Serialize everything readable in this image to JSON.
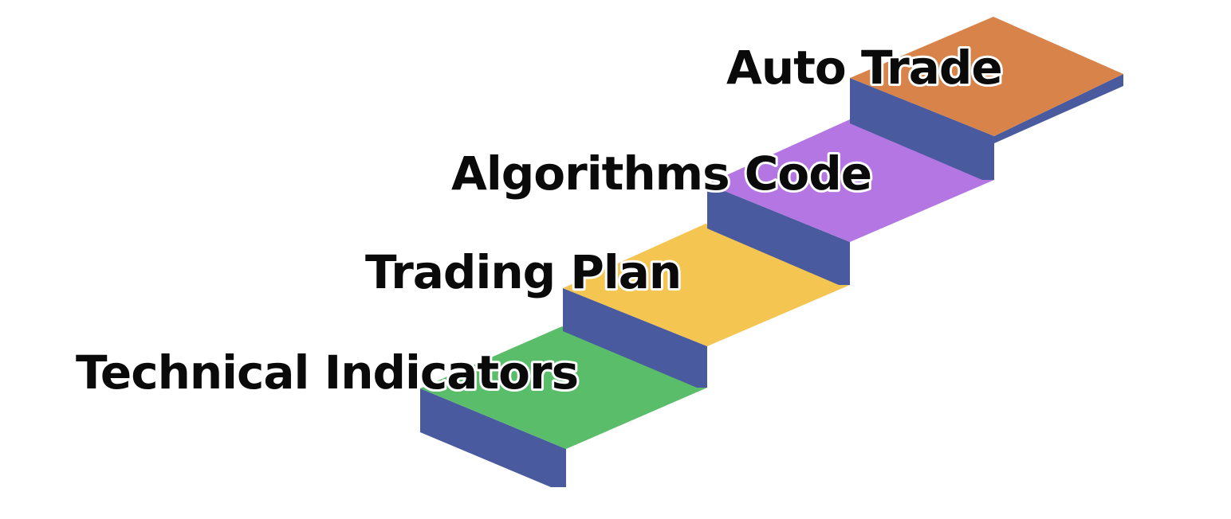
{
  "diagram": {
    "type": "staircase",
    "colors": {
      "riser": "#4a5a9e",
      "background": "#ffffff"
    },
    "steps": [
      {
        "label": "Technical Indicators",
        "color": "#5abd69"
      },
      {
        "label": "Trading Plan",
        "color": "#f5c552"
      },
      {
        "label": "Algorithms Code",
        "color": "#b476e2"
      },
      {
        "label": "Auto Trade",
        "color": "#d78349"
      }
    ]
  }
}
